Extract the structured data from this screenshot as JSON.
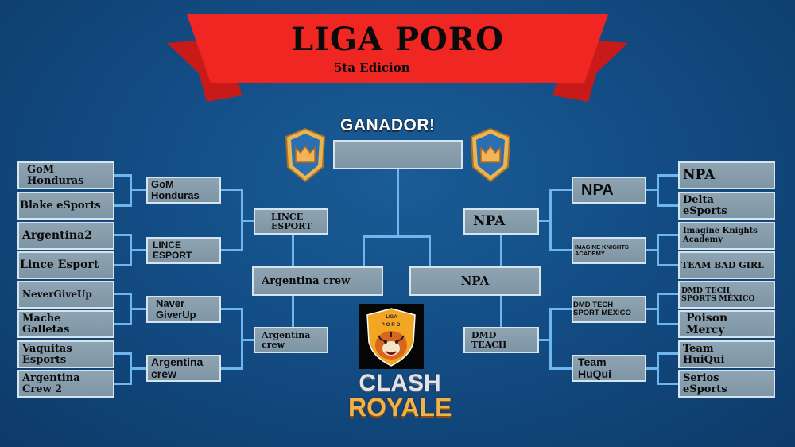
{
  "header": {
    "title": "LIGA PORO",
    "subtitle": "5ta Edicion",
    "banner_color": "#e8221f"
  },
  "final": {
    "label": "GANADOR!",
    "winner": "",
    "left_icon": "crown-crest-icon",
    "right_icon": "crown-crest-icon"
  },
  "bracket": {
    "left": {
      "round_of_16": [
        "GoM\nHonduras",
        "Blake eSports",
        "Argentina2",
        "Lince Esport",
        "NeverGiveUp",
        "Mache\nGalletas",
        "Vaquitas\nEsports",
        "Argentina\nCrew 2"
      ],
      "quarterfinals": [
        "GoM\nHonduras",
        "LINCE\nESPORT",
        "Naver\nGiverUp",
        "Argentina\ncrew"
      ],
      "semifinals": [
        "LINCE\nESPORT",
        "Argentina\ncrew"
      ],
      "final": "Argentina crew"
    },
    "right": {
      "round_of_16": [
        "NPA",
        "Delta\neSports",
        "Imagine Knights\nAcademy",
        "TEAM BAD GIRL",
        "DMD TECH\nSPORTS MÉXICO",
        "Poison\nMercy",
        "Team\nHuiQui",
        "Serios\neSports"
      ],
      "quarterfinals": [
        "NPA",
        "IMAGINE KNIGHTS\nACADEMY",
        "DMD TECH\nSPORT MEXICO",
        "Team\nHuQui"
      ],
      "semifinals": [
        "NPA",
        "DMD\nTEACH"
      ],
      "final": "NPA"
    }
  },
  "footer": {
    "logo_text_top": "LIGA",
    "logo_text_bottom": "PORO",
    "logo_icon": "tiger-shield-icon",
    "game_title_line1": "CLASH",
    "game_title_line2": "ROYALE"
  },
  "colors": {
    "background": "#134d85",
    "box_fill": "#8599a8",
    "box_border": "#d6e4ee",
    "connector": "#6fb6ee",
    "ribbon": "#e8221f"
  }
}
